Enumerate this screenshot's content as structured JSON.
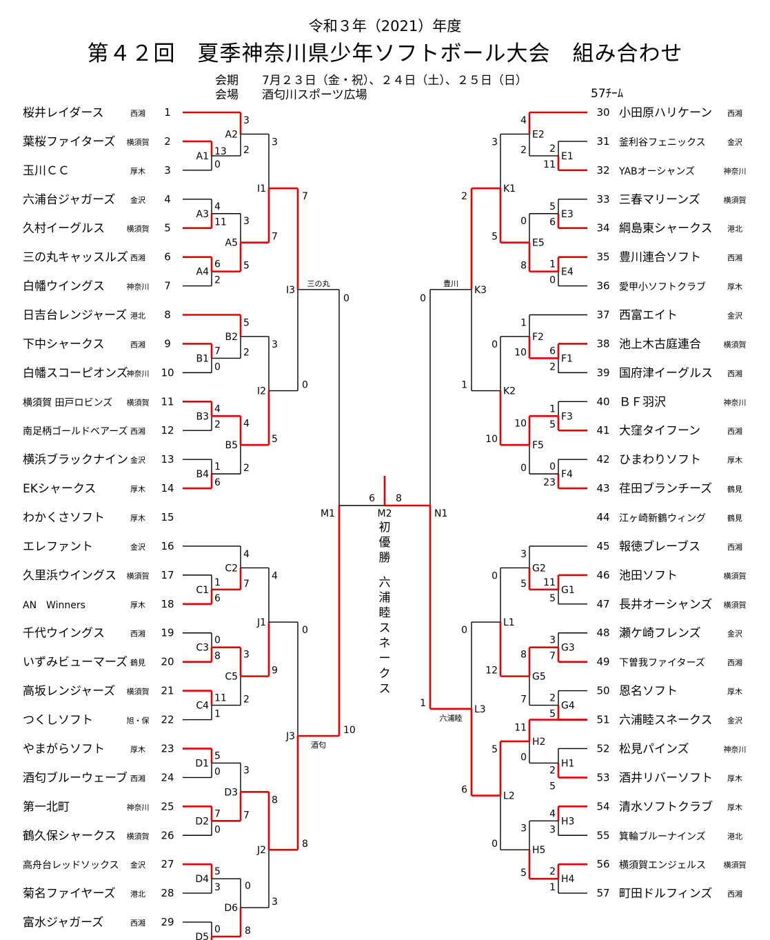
{
  "header": {
    "subtitle": "令和３年（2021）年度",
    "title": "第４２回　夏季神奈川県少年ソフトボール大会　組み合わせ",
    "period_label": "会期",
    "period_value": "7月２３日（金・祝）、２４日（土）、２５日（日）",
    "venue_label": "会場",
    "venue_value": "酒匂川スポーツ広場",
    "team_count": "57ﾁｰﾑ"
  },
  "colors": {
    "win": "#e60000",
    "line": "#000000"
  },
  "teams_left": [
    {
      "seed": "1",
      "name": "桜井レイダース",
      "region": "西湘"
    },
    {
      "seed": "2",
      "name": "葉桜ファイターズ",
      "region": "横須賀"
    },
    {
      "seed": "3",
      "name": "玉川ＣＣ",
      "region": "厚木"
    },
    {
      "seed": "4",
      "name": "六浦台ジャガーズ",
      "region": "金沢"
    },
    {
      "seed": "5",
      "name": "久村イーグルス",
      "region": "横須賀"
    },
    {
      "seed": "6",
      "name": "三の丸キャッスルズ",
      "region": "西湘"
    },
    {
      "seed": "7",
      "name": "白幡ウイングス",
      "region": "神奈川"
    },
    {
      "seed": "8",
      "name": "日吉台レンジャーズ",
      "region": "港北"
    },
    {
      "seed": "9",
      "name": "下中シャークス",
      "region": "西湘"
    },
    {
      "seed": "10",
      "name": "白幡スコーピオンズ",
      "region": "神奈川"
    },
    {
      "seed": "11",
      "name": "横須賀 田戸ロビンズ",
      "region": "横須賀"
    },
    {
      "seed": "12",
      "name": "南足柄ゴールドベアーズ",
      "region": "西湘"
    },
    {
      "seed": "13",
      "name": "横浜ブラックナイン",
      "region": "金沢"
    },
    {
      "seed": "14",
      "name": "EKシャークス",
      "region": "厚木"
    },
    {
      "seed": "15",
      "name": "わかくさソフト",
      "region": "厚木"
    },
    {
      "seed": "16",
      "name": "エレファント",
      "region": "金沢"
    },
    {
      "seed": "17",
      "name": "久里浜ウイングス",
      "region": "横須賀"
    },
    {
      "seed": "18",
      "name": "AN　Winners",
      "region": "厚木"
    },
    {
      "seed": "19",
      "name": "千代ウイングス",
      "region": "西湘"
    },
    {
      "seed": "20",
      "name": "いずみビューマーズ",
      "region": "鶴見"
    },
    {
      "seed": "21",
      "name": "高坂レンジャーズ",
      "region": "横須賀"
    },
    {
      "seed": "22",
      "name": "つくしソフト",
      "region": "旭・保"
    },
    {
      "seed": "23",
      "name": "やまがらソフト",
      "region": "厚木"
    },
    {
      "seed": "24",
      "name": "酒匂ブルーウェーブ",
      "region": "西湘"
    },
    {
      "seed": "25",
      "name": "第一北町",
      "region": "神奈川"
    },
    {
      "seed": "26",
      "name": "鶴久保シャークス",
      "region": "横須賀"
    },
    {
      "seed": "27",
      "name": "高舟台レッドソックス",
      "region": "金沢"
    },
    {
      "seed": "28",
      "name": "菊名ファイヤーズ",
      "region": "港北"
    },
    {
      "seed": "29",
      "name": "富水ジャガーズ",
      "region": "西湘"
    }
  ],
  "teams_right": [
    {
      "seed": "30",
      "name": "小田原ハリケーン",
      "region": "西湘"
    },
    {
      "seed": "31",
      "name": "釜利谷フェニックス",
      "region": "金沢"
    },
    {
      "seed": "32",
      "name": "YABオーシャンズ",
      "region": "神奈川"
    },
    {
      "seed": "33",
      "name": "三春マリーンズ",
      "region": "横須賀"
    },
    {
      "seed": "34",
      "name": "綱島東シャークス",
      "region": "港北"
    },
    {
      "seed": "35",
      "name": "豊川連合ソフト",
      "region": "西湘"
    },
    {
      "seed": "36",
      "name": "愛甲小ソフトクラブ",
      "region": "厚木"
    },
    {
      "seed": "37",
      "name": "西富エイト",
      "region": "金沢"
    },
    {
      "seed": "38",
      "name": "池上木古庭連合",
      "region": "横須賀"
    },
    {
      "seed": "39",
      "name": "国府津イーグルス",
      "region": "西湘"
    },
    {
      "seed": "40",
      "name": "ＢＦ羽沢",
      "region": "神奈川"
    },
    {
      "seed": "41",
      "name": "大窪タイフーン",
      "region": "西湘"
    },
    {
      "seed": "42",
      "name": "ひまわりソフト",
      "region": "厚木"
    },
    {
      "seed": "43",
      "name": "荏田ブランチーズ",
      "region": "鶴見"
    },
    {
      "seed": "44",
      "name": "江ヶ崎新鶴ウィング",
      "region": "鶴見"
    },
    {
      "seed": "45",
      "name": "報徳ブレーブス",
      "region": "西湘"
    },
    {
      "seed": "46",
      "name": "池田ソフト",
      "region": "横須賀"
    },
    {
      "seed": "47",
      "name": "長井オーシャンズ",
      "region": "横須賀"
    },
    {
      "seed": "48",
      "name": "瀬ケ崎フレンズ",
      "region": "金沢"
    },
    {
      "seed": "49",
      "name": "下曽我ファイターズ",
      "region": "西湘"
    },
    {
      "seed": "50",
      "name": "恩名ソフト",
      "region": "厚木"
    },
    {
      "seed": "51",
      "name": "六浦睦スネークス",
      "region": "金沢"
    },
    {
      "seed": "52",
      "name": "松見パインズ",
      "region": "神奈川"
    },
    {
      "seed": "53",
      "name": "酒井リバーソフト",
      "region": "厚木"
    },
    {
      "seed": "54",
      "name": "清水ソフトクラブ",
      "region": "厚木"
    },
    {
      "seed": "55",
      "name": "箕輪ブルーナインズ",
      "region": "港北"
    },
    {
      "seed": "56",
      "name": "横須賀エンジェルス",
      "region": "横須賀"
    },
    {
      "seed": "57",
      "name": "町田ドルフィンズ",
      "region": "西湘"
    }
  ],
  "final": {
    "label_left": "M1",
    "label_center": "M2",
    "label_right": "N1",
    "score_left": "6",
    "score_right": "8",
    "result_first_win": "初優勝",
    "champion": "六浦睦スネークス"
  },
  "winner_labels": {
    "I3": "三の丸",
    "J3": "酒匂",
    "K3": "豊川",
    "L3": "六浦睦"
  }
}
